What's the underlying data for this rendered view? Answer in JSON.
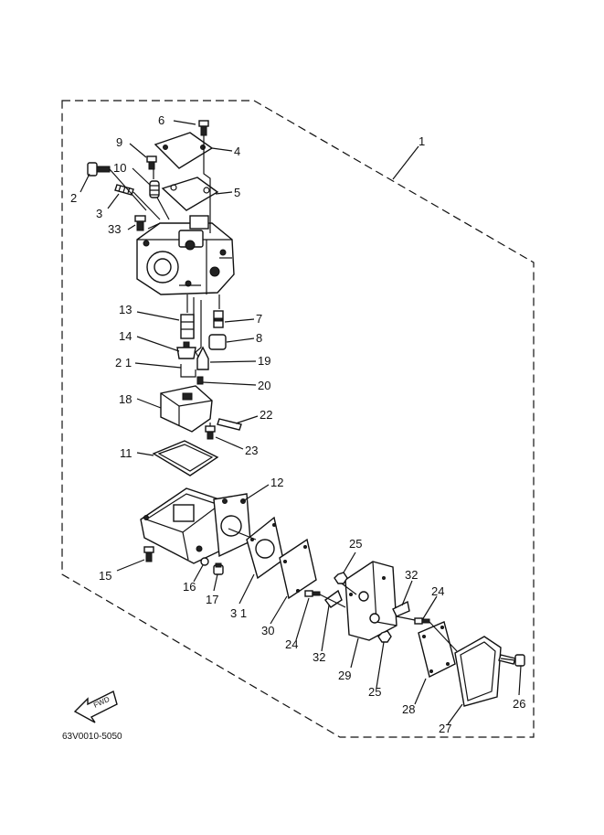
{
  "diagram": {
    "parts": [
      {
        "id": "p1",
        "label": "1"
      },
      {
        "id": "p2",
        "label": "2"
      },
      {
        "id": "p3",
        "label": "3"
      },
      {
        "id": "p4",
        "label": "4"
      },
      {
        "id": "p5",
        "label": "5"
      },
      {
        "id": "p6",
        "label": "6"
      },
      {
        "id": "p7",
        "label": "7"
      },
      {
        "id": "p8",
        "label": "8"
      },
      {
        "id": "p9",
        "label": "9"
      },
      {
        "id": "p10",
        "label": "10"
      },
      {
        "id": "p11",
        "label": "11"
      },
      {
        "id": "p12",
        "label": "12"
      },
      {
        "id": "p13",
        "label": "13"
      },
      {
        "id": "p14",
        "label": "14"
      },
      {
        "id": "p15",
        "label": "15"
      },
      {
        "id": "p16",
        "label": "16"
      },
      {
        "id": "p17",
        "label": "17"
      },
      {
        "id": "p18",
        "label": "18"
      },
      {
        "id": "p19",
        "label": "19"
      },
      {
        "id": "p20",
        "label": "20"
      },
      {
        "id": "p21",
        "label": "2 1"
      },
      {
        "id": "p22",
        "label": "22"
      },
      {
        "id": "p23",
        "label": "23"
      },
      {
        "id": "p24a",
        "label": "24"
      },
      {
        "id": "p24b",
        "label": "24"
      },
      {
        "id": "p25a",
        "label": "25"
      },
      {
        "id": "p25b",
        "label": "25"
      },
      {
        "id": "p26",
        "label": "26"
      },
      {
        "id": "p27",
        "label": "27"
      },
      {
        "id": "p28",
        "label": "28"
      },
      {
        "id": "p29",
        "label": "29"
      },
      {
        "id": "p30",
        "label": "30"
      },
      {
        "id": "p31",
        "label": "3 1"
      },
      {
        "id": "p32a",
        "label": "32"
      },
      {
        "id": "p32b",
        "label": "32"
      },
      {
        "id": "p33",
        "label": "33"
      }
    ],
    "fwd_label": "FWD",
    "drawing_code": "63V0010-5050"
  }
}
